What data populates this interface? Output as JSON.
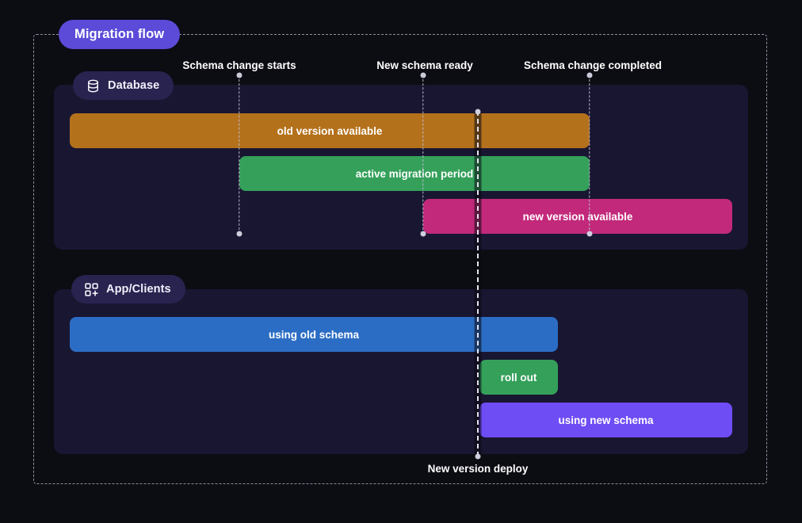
{
  "diagram": {
    "title": "Migration flow",
    "lanes": [
      {
        "id": "database",
        "label": "Database",
        "icon": "database-icon"
      },
      {
        "id": "app-clients",
        "label": "App/Clients",
        "icon": "app-grid-plus-icon"
      }
    ],
    "markers": [
      {
        "id": "schema-change-starts",
        "label": "Schema change starts"
      },
      {
        "id": "new-schema-ready",
        "label": "New schema ready"
      },
      {
        "id": "schema-change-completed",
        "label": "Schema change completed"
      }
    ],
    "deploy_marker": {
      "id": "new-version-deploy",
      "label": "New version deploy"
    },
    "bars": [
      {
        "id": "old-version-available",
        "label": "old version available",
        "lane": "database",
        "color": "#b4711b"
      },
      {
        "id": "active-migration-period",
        "label": "active migration period",
        "lane": "database",
        "color": "#34a05a"
      },
      {
        "id": "new-version-available",
        "label": "new version available",
        "lane": "database",
        "color": "#c2297b"
      },
      {
        "id": "using-old-schema",
        "label": "using old schema",
        "lane": "app-clients",
        "color": "#2b6dc4"
      },
      {
        "id": "roll-out",
        "label": "roll out",
        "lane": "app-clients",
        "color": "#34a05a"
      },
      {
        "id": "using-new-schema",
        "label": "using new schema",
        "lane": "app-clients",
        "color": "#6f4df5"
      }
    ],
    "colors": {
      "page_background": "#0c0c13",
      "lane_background": "#191632",
      "title_badge": "#5b4bd8",
      "lane_badge": "#292350",
      "frame_dash": "#8e8ea0",
      "marker_dash": "#b9b7c8",
      "deploy_dash": "#e6e4f0"
    }
  }
}
